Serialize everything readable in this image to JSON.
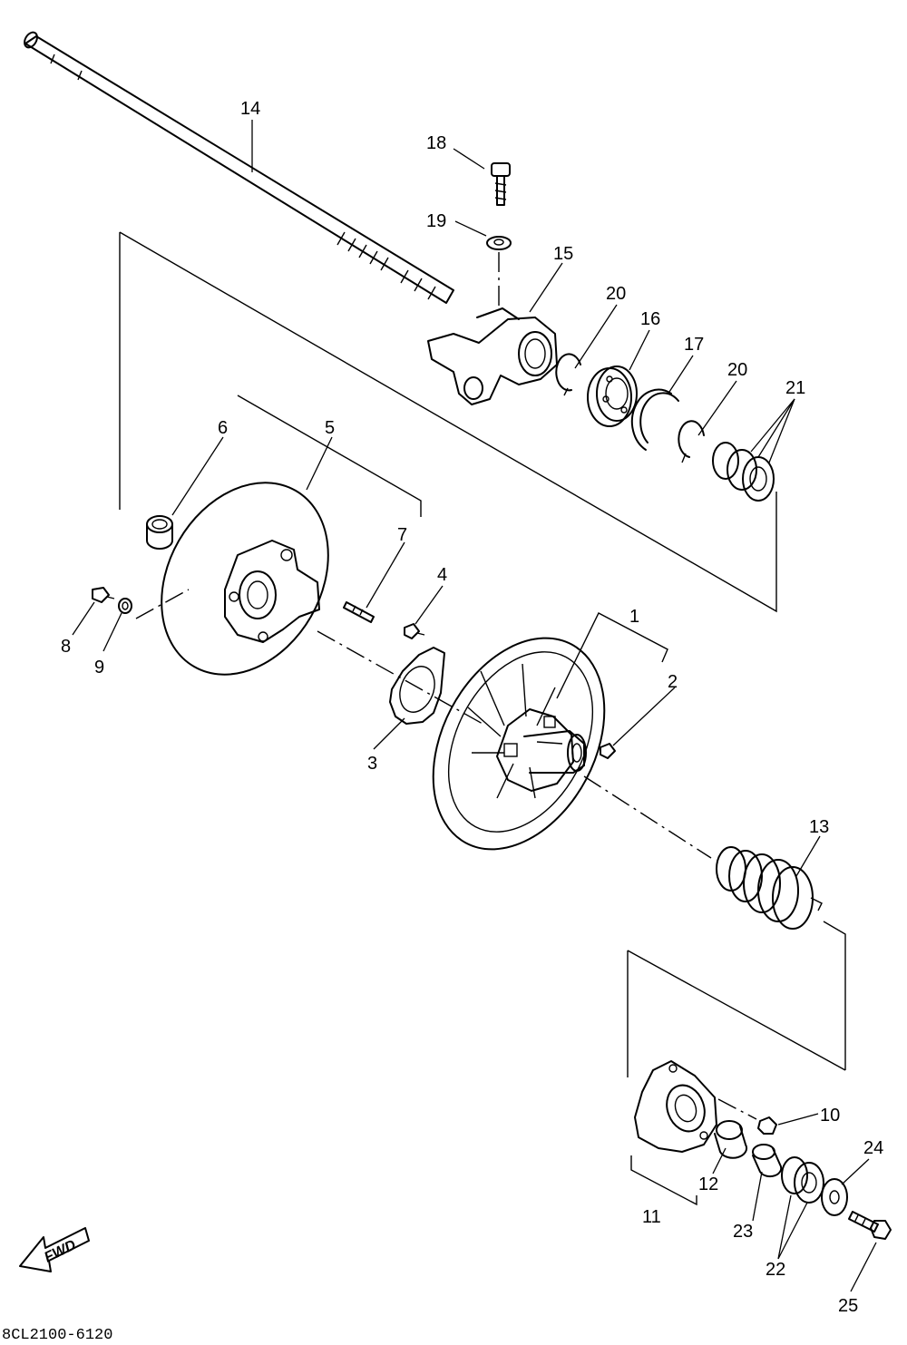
{
  "diagram": {
    "part_callouts": [
      "1",
      "2",
      "3",
      "4",
      "5",
      "6",
      "7",
      "8",
      "9",
      "10",
      "11",
      "12",
      "13",
      "14",
      "15",
      "16",
      "17",
      "18",
      "19",
      "20",
      "20",
      "21",
      "22",
      "23",
      "24",
      "25"
    ],
    "fwd_label": "FWD",
    "drawing_code": "8CL2100-6120"
  }
}
